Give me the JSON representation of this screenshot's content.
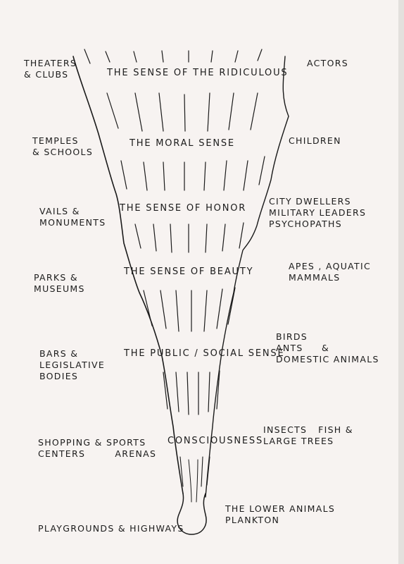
{
  "senses": [
    "THE SENSE OF THE RIDICULOUS",
    "THE MORAL SENSE",
    "THE SENSE OF HONOR",
    "THE SENSE OF BEAUTY",
    "THE PUBLIC / SOCIAL SENSE",
    "CONSCIOUSNESS"
  ],
  "places": [
    "THEATERS\n& CLUBS",
    "TEMPLES\n& SCHOOLS",
    "VAILS &\nMONUMENTS",
    "PARKS &\nMUSEUMS",
    "BARS &\nLEGISLATIVE\nBODIES",
    "SHOPPING & SPORTS\nCENTERS        ARENAS",
    "PLAYGROUNDS & HIGHWAYS"
  ],
  "beings": [
    "ACTORS",
    "CHILDREN",
    "CITY DWELLERS\nMILITARY LEADERS\nPSYCHOPATHS",
    "APES , AQUATIC\nMAMMALS",
    "BIRDS\nANTS     &\nDOMESTIC ANIMALS",
    "INSECTS   FISH &\nLARGE TREES",
    "THE LOWER ANIMALS\nPLANKTON"
  ]
}
